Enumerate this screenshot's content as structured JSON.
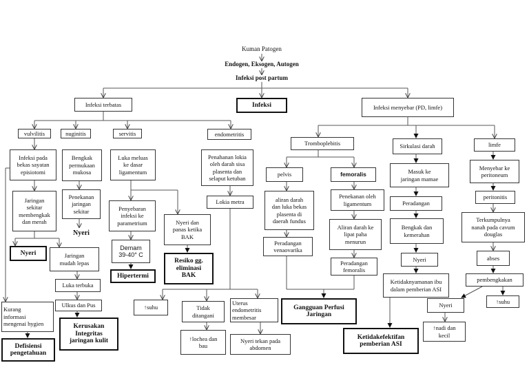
{
  "top": {
    "kuman": "Kuman Patogen",
    "endogen": "Endogen, Eksogen, Autogen",
    "infeksi_pp": "Infeksi post partum"
  },
  "level1": {
    "terbatas": "Infeksi terbatas",
    "infeksi": "Infeksi",
    "menyebar": "Infeksi menyebar (PD, limfe)"
  },
  "terbatas": {
    "vulvilitis": "vulvilitis",
    "nuginitis": "nuginitis",
    "servitis": "servitis",
    "endometritis": "endometritis"
  },
  "vulvilitis": {
    "a": "Infeksi pada\nbekas sayatan\nepisiotomi",
    "b": "Jaringan\nsekitar\nmembengkak\ndan merah",
    "nyeri": "Nyeri",
    "mudah_lepas": "Jaringan\nmudah lepas",
    "luka": "Luka terbuka",
    "ulkus": "Ulkus dan Pus",
    "kerusakan": "Kerusakan\nIntegritas\njaringan kulit",
    "kurang": "Kurang\ninformasi\nmengenai hygien",
    "defisiensi": "Defisiensi\npengetahuan"
  },
  "nuginitis": {
    "a": "Bengkak\npermukaan\nmukosa",
    "b": "Penekanan\njaringan\nsekitar",
    "nyeri": "Nyeri"
  },
  "servitis": {
    "a": "Luka meluas\nke dasar\nligamentum",
    "b": "Penyebaran\ninfeksi ke\nparametrium",
    "demam": "Demam\n39-40° C",
    "hiper": "Hipertermi",
    "nyeri_panas": "Nyeri dan\npanas ketika\nBAK",
    "resiko": "Resiko gg.\neliminasi\nBAK"
  },
  "endometritis": {
    "a": "Penahanan lokia\noleh darah sisa\nplasenta dan\nselaput ketuban",
    "lokia": "Lokia metra",
    "suhu": "↑suhu",
    "tidak": "Tidak\nditangani",
    "lochea": "↑lochea dan\nbau",
    "uterus": "Uterus\nendometritis\nmembesar",
    "nyeri_tekan": "Nyeri tekan pada\nabdomen"
  },
  "trombo": {
    "title": "Tromboplebitis",
    "pelvis": "pelvis",
    "femoralis": "femoralis",
    "aliran": "aliran darah\ndan luka bekas\nplasenta di\ndaerah fundus",
    "radang_vena": "Peradangan\nvenaovarika",
    "penekanan": "Penekanan oleh\nligamentum",
    "aliran2": "Aliran darah ke\nlipat paha\nmenurun",
    "radang_fem": "Peradangan\nfemoralis",
    "gangguan": "Gangguan Perfusi\nJaringan"
  },
  "sirkulasi": {
    "title": "Sirkulasi darah",
    "masuk": "Masuk ke\njaringan mamae",
    "radang": "Peradangan",
    "bengkak": "Bengkak dan\nkemerahan",
    "nyeri": "Nyeri",
    "ketidak": "Ketidaknyamanan ibu\ndalam pemberian ASI",
    "ketidakefektifan": "Ketidakefektifan\npemberian ASI"
  },
  "limfe": {
    "title": "limfe",
    "menyebar": "Menyebar ke\nperitoneum",
    "peritonitis": "peritonitis",
    "terkumpul": "Terkumpulnya\nnanah pada cavum\ndouglas",
    "abses": "abses",
    "pembengkakan": "pembengkakan",
    "suhu": "↑suhu",
    "nyeri": "Nyeri",
    "nadi": "↑nadi dan\nkecil"
  }
}
